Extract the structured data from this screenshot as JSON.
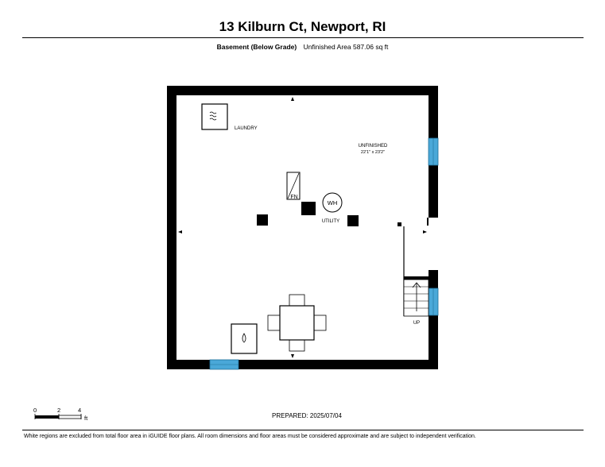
{
  "header": {
    "title": "13 Kilburn Ct, Newport, RI",
    "level": "Basement (Below Grade)",
    "area": "Unfinished Area 587.06 sq ft"
  },
  "rooms": {
    "laundry": "LAUNDRY",
    "unfinished": "UNFINISHED",
    "unfinished_dims": "22'1\" x 23'2\"",
    "utility": "UTILITY",
    "water_heater": "WH",
    "furnace": "FN",
    "stairs": "UP"
  },
  "scale": {
    "tick_0": "0",
    "tick_2": "2",
    "tick_4": "4",
    "unit": "ft"
  },
  "footer": {
    "prepared": "PREPARED:  2025/07/04",
    "disclaimer": "White regions are excluded from total floor area in iGUIDE floor plans. All room dimensions and floor areas must be considered approximate and are subject to independent verification."
  },
  "colors": {
    "wall": "#000000",
    "window": "#4aa8d8"
  }
}
